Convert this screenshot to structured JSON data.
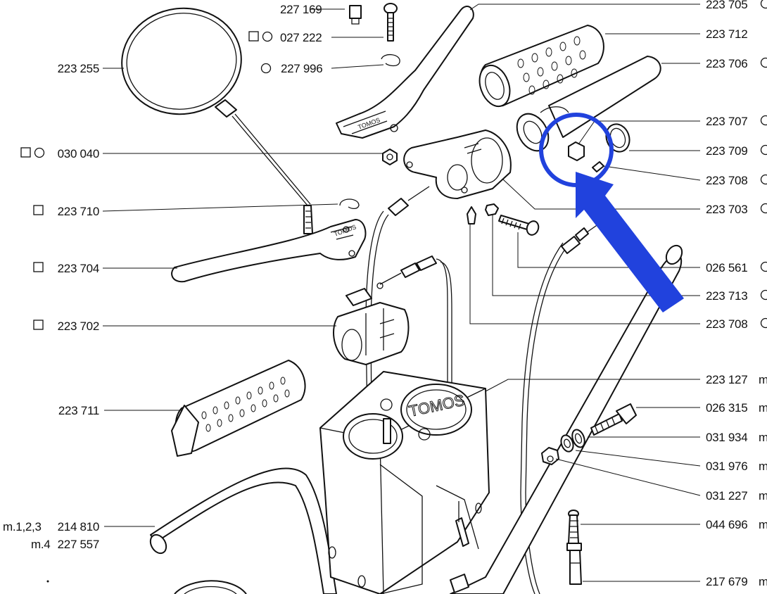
{
  "left_labels": [
    {
      "id": "l-223255",
      "text": "223 255"
    },
    {
      "id": "l-030040",
      "text": "030 040"
    },
    {
      "id": "l-223710",
      "text": "223 710"
    },
    {
      "id": "l-223704",
      "text": "223 704"
    },
    {
      "id": "l-223702",
      "text": "223 702"
    },
    {
      "id": "l-223711",
      "text": "223 711"
    },
    {
      "id": "l-214810",
      "text": "214 810"
    },
    {
      "id": "l-227557",
      "text": "227 557"
    }
  ],
  "left_prefixes": {
    "m123": "m.1,2,3",
    "m4": "m.4"
  },
  "top_labels": [
    {
      "id": "t-227169",
      "text": "227 169"
    },
    {
      "id": "t-027222",
      "text": "027 222"
    },
    {
      "id": "t-227996",
      "text": "227 996"
    }
  ],
  "right_labels": [
    {
      "id": "r-223705",
      "text": "223 705"
    },
    {
      "id": "r-223712",
      "text": "223 712"
    },
    {
      "id": "r-223706",
      "text": "223 706"
    },
    {
      "id": "r-223707",
      "text": "223 707"
    },
    {
      "id": "r-223709",
      "text": "223 709"
    },
    {
      "id": "r-223708a",
      "text": "223 708"
    },
    {
      "id": "r-223703",
      "text": "223 703"
    },
    {
      "id": "r-026561",
      "text": "026 561"
    },
    {
      "id": "r-223713",
      "text": "223 713"
    },
    {
      "id": "r-223708b",
      "text": "223 708"
    },
    {
      "id": "r-223127",
      "text": "223 127"
    },
    {
      "id": "r-026315",
      "text": "026 315"
    },
    {
      "id": "r-031934",
      "text": "031 934"
    },
    {
      "id": "r-031976",
      "text": "031 976"
    },
    {
      "id": "r-031227",
      "text": "031 227"
    },
    {
      "id": "r-044696",
      "text": "044 696"
    },
    {
      "id": "r-217679",
      "text": "217 679"
    }
  ],
  "right_suffix_m": "m",
  "brand": "TOMOS",
  "annotation_color": "#2142dd"
}
